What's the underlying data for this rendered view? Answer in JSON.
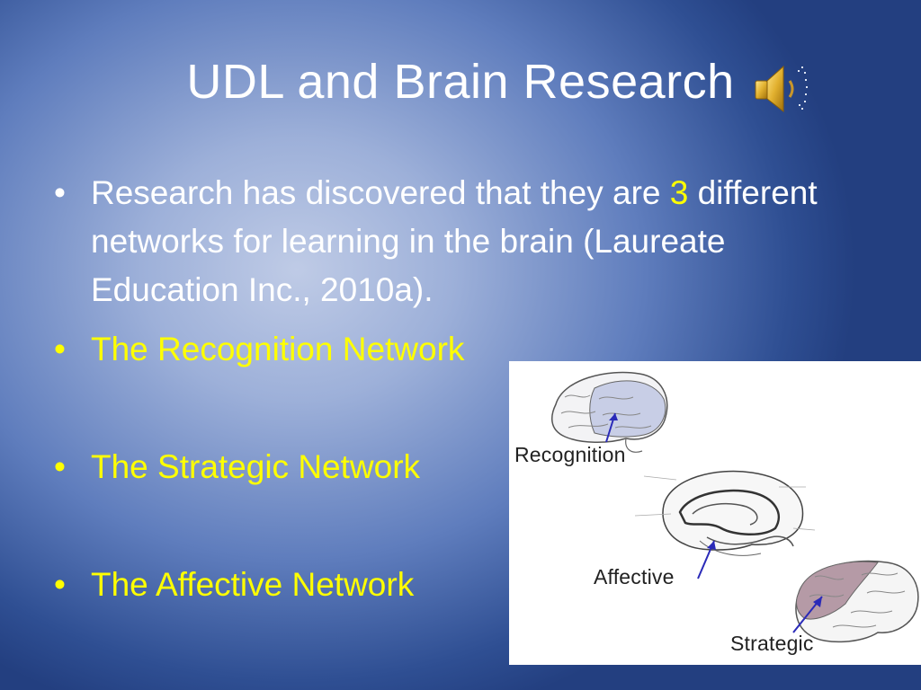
{
  "slide": {
    "title": "UDL and Brain Research",
    "speaker_icon": "speaker-icon"
  },
  "bullets": [
    {
      "text_before": "Research has discovered that they are ",
      "highlight": "3",
      "text_after": " different networks for learning in the brain (Laureate Education Inc., 2010a)."
    },
    {
      "text": "The Recognition Network"
    },
    {
      "text": "The Strategic Network"
    },
    {
      "text": "The Affective Network"
    }
  ],
  "bullet_char": "•",
  "figure": {
    "labels": {
      "recognition": "Recognition",
      "affective": "Affective",
      "strategic": "Strategic"
    }
  },
  "colors": {
    "accent_yellow": "#ffff00",
    "text_white": "#ffffff",
    "background_blue": "#2f4f93",
    "brain_highlight": "#b59aa6",
    "arrow_blue": "#2a2ab8"
  }
}
